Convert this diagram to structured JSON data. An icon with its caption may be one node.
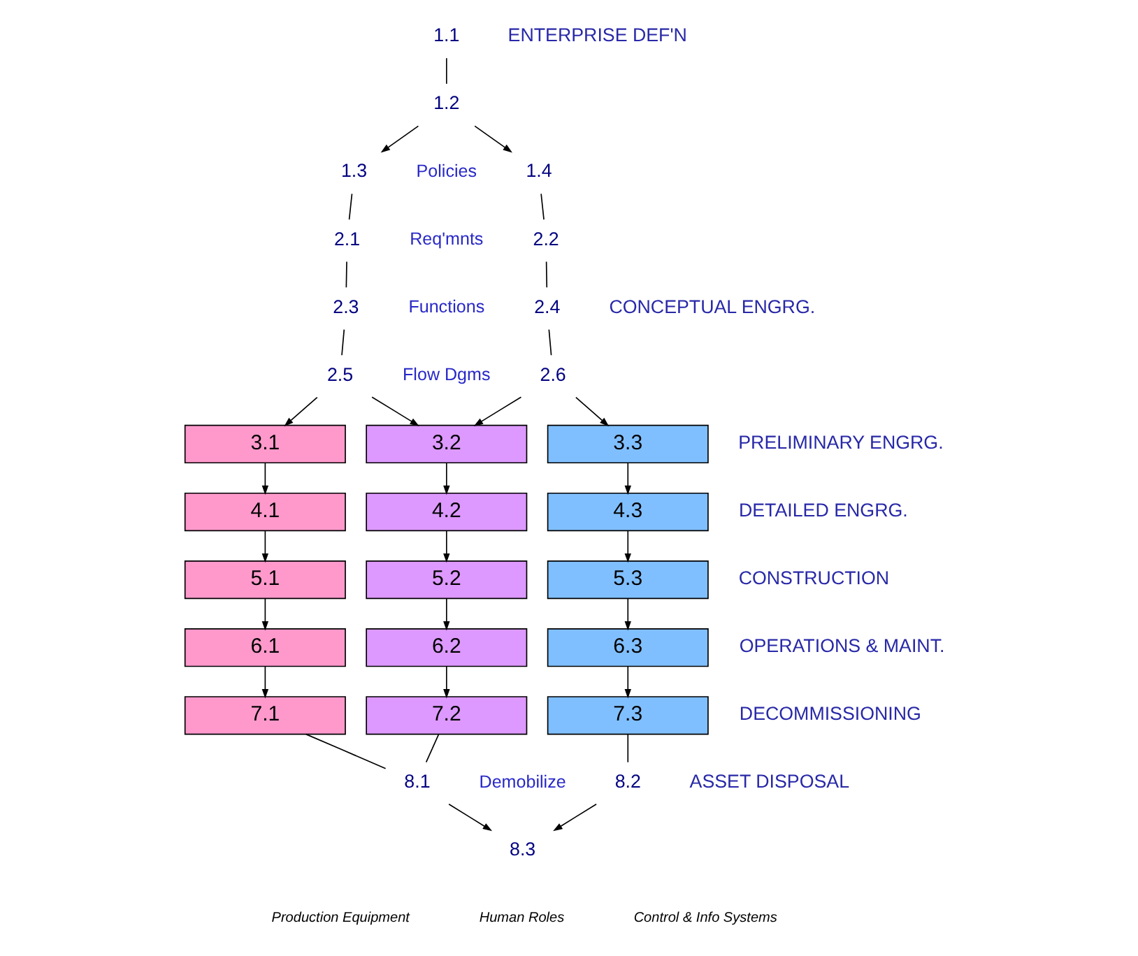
{
  "diagram": {
    "nodes": [
      {
        "text": [
          "1.1"
        ]
      },
      {
        "text": [
          "1.2"
        ]
      },
      {
        "text": [
          "1.3"
        ]
      },
      {
        "text": [
          "2.1"
        ]
      },
      {
        "text": [
          "2.3"
        ]
      },
      {
        "text": [
          "2.5"
        ]
      },
      {
        "text": [
          "1.4"
        ]
      },
      {
        "text": [
          "2.2"
        ]
      },
      {
        "text": [
          "2.4"
        ]
      },
      {
        "text": [
          "2.6"
        ]
      },
      {
        "text": [
          "3.1"
        ]
      },
      {
        "text": [
          "3.2"
        ]
      },
      {
        "text": [
          "3.3"
        ]
      },
      {
        "text": [
          "4.1"
        ]
      },
      {
        "text": [
          "4.2"
        ]
      },
      {
        "text": [
          "4.3"
        ]
      },
      {
        "text": [
          "5.1"
        ]
      },
      {
        "text": [
          "5.2"
        ]
      },
      {
        "text": [
          "5.3"
        ]
      },
      {
        "text": [
          "6.1"
        ]
      },
      {
        "text": [
          "6.2"
        ]
      },
      {
        "text": [
          "6.3"
        ]
      },
      {
        "text": [
          "7.1"
        ]
      },
      {
        "text": [
          "7.2"
        ]
      },
      {
        "text": [
          "7.3"
        ]
      },
      {
        "text": [
          "8.1"
        ]
      },
      {
        "text": [
          "8.2"
        ]
      },
      {
        "text": [
          "8.3"
        ]
      }
    ],
    "edges": [
      {
        "from": 0,
        "to": 1,
        "arrow": "none"
      },
      {
        "from": 1,
        "to": 2,
        "arrow": "to"
      },
      {
        "from": 1,
        "to": 6,
        "arrow": "to"
      },
      {
        "from": 2,
        "to": 3,
        "arrow": "none"
      },
      {
        "from": 3,
        "to": 4,
        "arrow": "none"
      },
      {
        "from": 4,
        "to": 5,
        "arrow": "none"
      },
      {
        "from": 6,
        "to": 7,
        "arrow": "none"
      },
      {
        "from": 7,
        "to": 8,
        "arrow": "none"
      },
      {
        "from": 8,
        "to": 9,
        "arrow": "none"
      },
      {
        "from": 5,
        "to": 10,
        "arrow": "to"
      },
      {
        "from": 5,
        "to": 11,
        "arrow": "to"
      },
      {
        "from": 9,
        "to": 11,
        "arrow": "to"
      },
      {
        "from": 9,
        "to": 12,
        "arrow": "to"
      },
      {
        "from": 10,
        "to": 13,
        "arrow": "to"
      },
      {
        "from": 11,
        "to": 14,
        "arrow": "to"
      },
      {
        "from": 12,
        "to": 15,
        "arrow": "to"
      },
      {
        "from": 13,
        "to": 16,
        "arrow": "to"
      },
      {
        "from": 14,
        "to": 17,
        "arrow": "to"
      },
      {
        "from": 15,
        "to": 18,
        "arrow": "to"
      },
      {
        "from": 16,
        "to": 19,
        "arrow": "to"
      },
      {
        "from": 17,
        "to": 20,
        "arrow": "to"
      },
      {
        "from": 18,
        "to": 21,
        "arrow": "to"
      },
      {
        "from": 19,
        "to": 22,
        "arrow": "to"
      },
      {
        "from": 20,
        "to": 23,
        "arrow": "to"
      },
      {
        "from": 21,
        "to": 24,
        "arrow": "to"
      },
      {
        "from": 22,
        "to": 25,
        "arrow": "none"
      },
      {
        "from": 23,
        "to": 25,
        "arrow": "none"
      },
      {
        "from": 24,
        "to": 26,
        "arrow": "none"
      },
      {
        "from": 25,
        "to": 27,
        "arrow": "to"
      },
      {
        "from": 26,
        "to": 27,
        "arrow": "to"
      }
    ],
    "labels": [
      "ENTERPRISE DEF'N",
      "Policies",
      "Req'mnts",
      "Functions",
      "CONCEPTUAL ENGRG.",
      "Flow Dgms",
      "PRELIMINARY ENGRG.",
      "DETAILED ENGRG.",
      "CONSTRUCTION",
      "OPERATIONS & MAINT.",
      "DECOMMISSIONING",
      "Demobilize",
      "ASSET DISPOSAL",
      "Production Equipment",
      "Human Roles",
      "Control & Info Systems"
    ]
  }
}
